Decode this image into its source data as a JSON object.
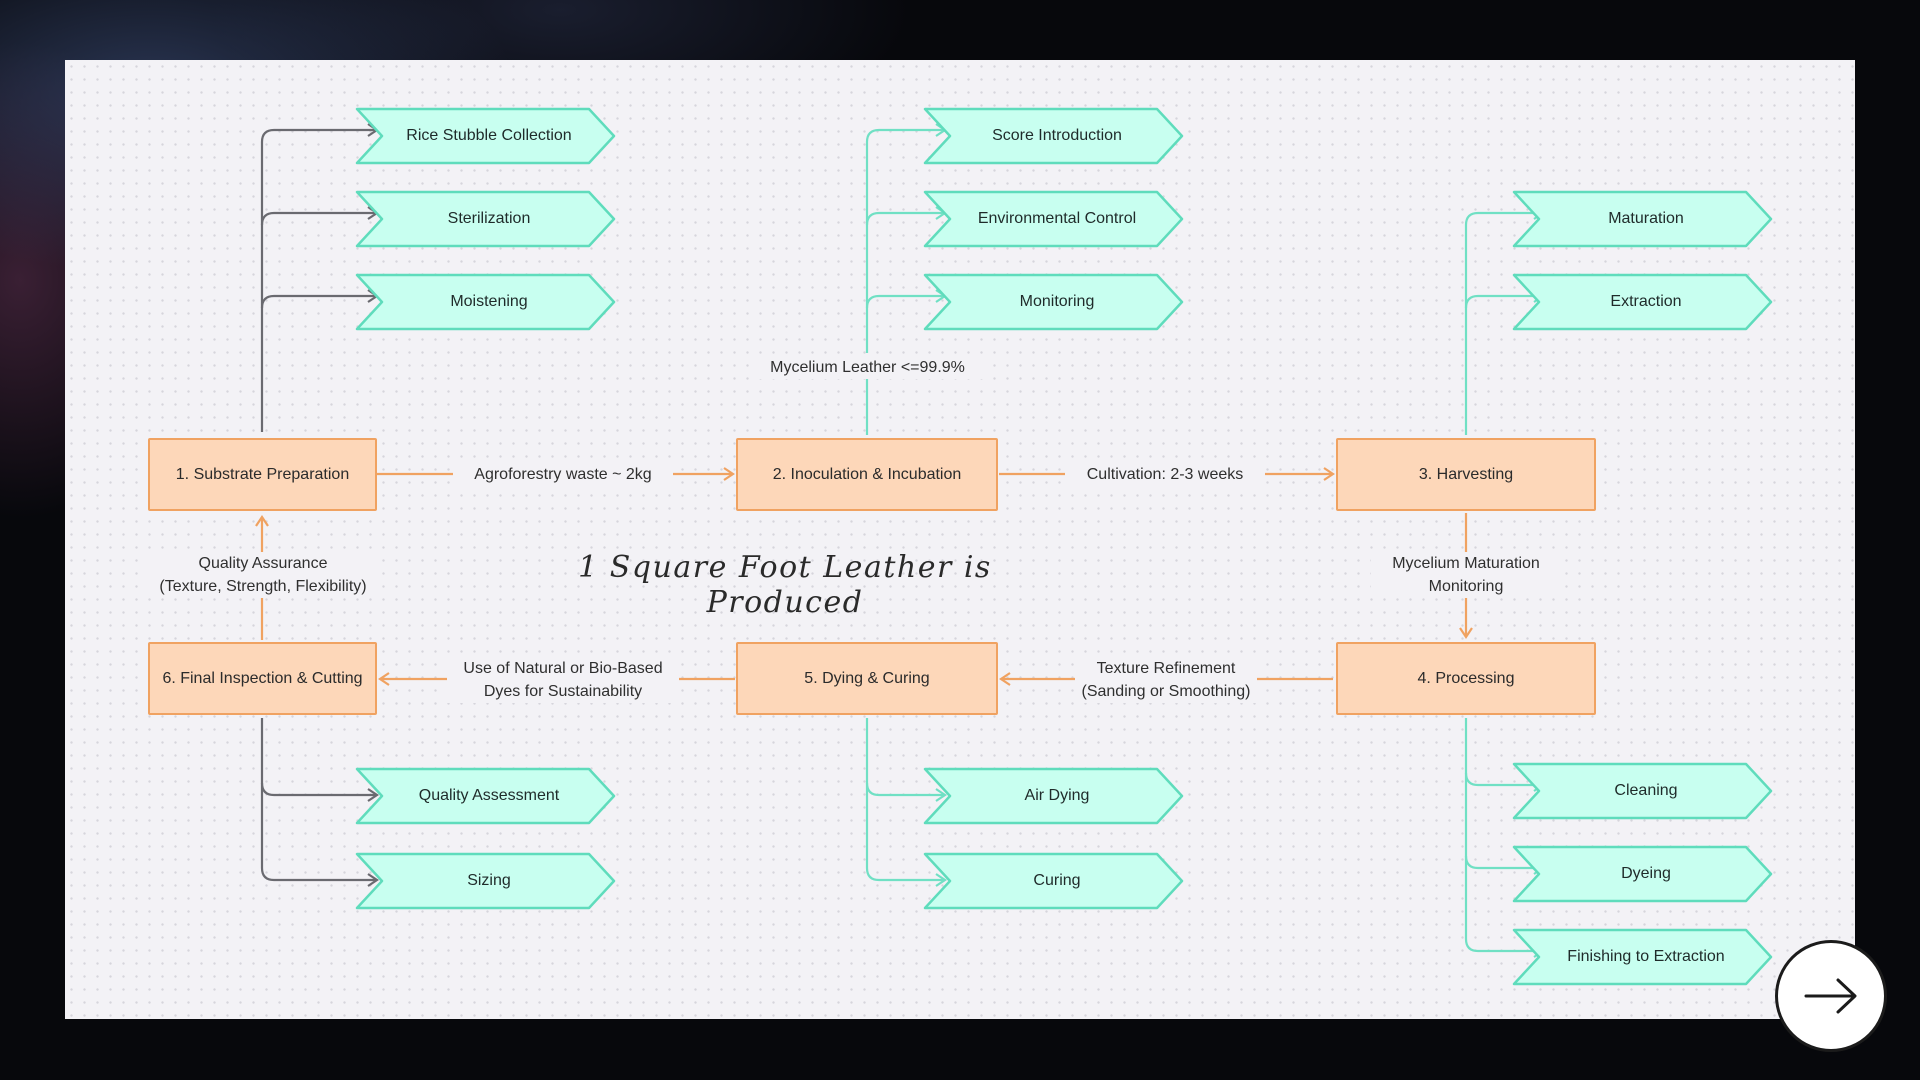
{
  "colors": {
    "node_fill": "#fdd7b9",
    "node_border": "#f0a261",
    "tag_fill": "#c8fff0",
    "tag_border": "#5fdcbc",
    "gray_connector": "#6a6a70",
    "teal_connector": "#70e0c4",
    "orange_connector": "#f0a261"
  },
  "title": "1 Square Foot Leather is Produced",
  "nodes": {
    "n1": "1. Substrate Preparation",
    "n2": "2. Inoculation & Incubation",
    "n3": "3. Harvesting",
    "n4": "4. Processing",
    "n5": "5. Dying & Curing",
    "n6": "6. Final Inspection & Cutting"
  },
  "edge_labels": {
    "e12": "Agroforestry waste ~ 2kg",
    "e23": "Cultivation: 2-3 weeks",
    "e34_line1": "Mycelium Maturation",
    "e34_line2": "Monitoring",
    "e45_line1": "Texture Refinement",
    "e45_line2": "(Sanding or Smoothing)",
    "e56_line1": "Use of Natural or Bio-Based",
    "e56_line2": "Dyes for Sustainability",
    "e61_line1": "Quality Assurance",
    "e61_line2": "(Texture, Strength, Flexibility)",
    "n2_top": "Mycelium Leather <=99.9%"
  },
  "tags": {
    "n1": [
      "Rice Stubble Collection",
      "Sterilization",
      "Moistening"
    ],
    "n2": [
      "Score Introduction",
      "Environmental Control",
      "Monitoring"
    ],
    "n3": [
      "Maturation",
      "Extraction"
    ],
    "n4": [
      "Cleaning",
      "Dyeing",
      "Finishing to Extraction"
    ],
    "n5": [
      "Air Dying",
      "Curing"
    ],
    "n6": [
      "Quality Assessment",
      "Sizing"
    ]
  },
  "next_button_icon": "arrow-right-icon"
}
